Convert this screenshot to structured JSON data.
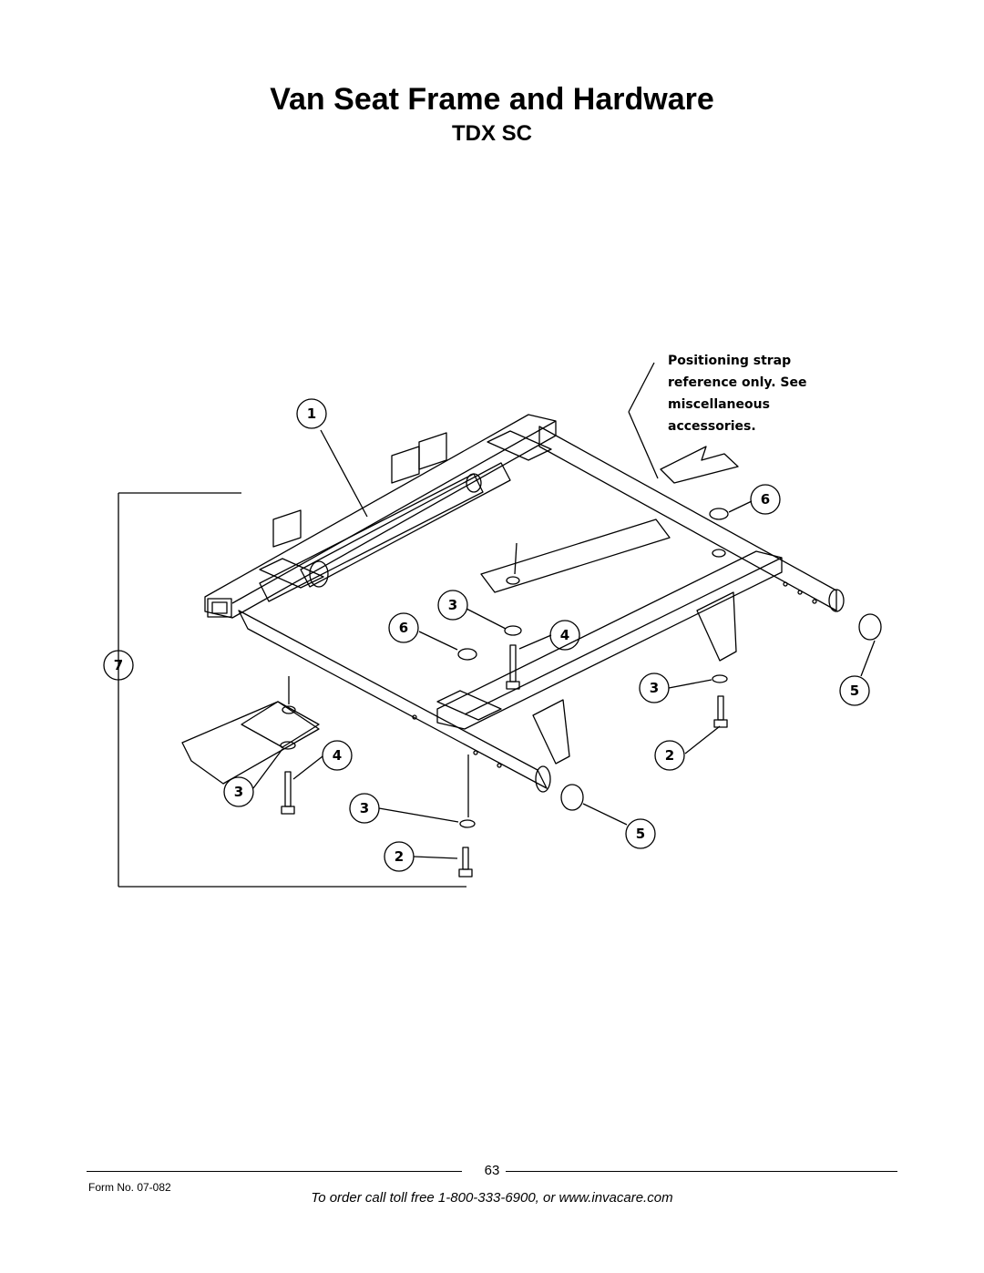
{
  "header": {
    "title": "Van Seat Frame and Hardware",
    "subtitle": "TDX SC"
  },
  "diagram": {
    "note_lines": [
      "Positioning strap",
      "reference only. See",
      "miscellaneous",
      "accessories."
    ],
    "callouts": [
      "1",
      "2",
      "2",
      "3",
      "3",
      "3",
      "3",
      "4",
      "4",
      "5",
      "5",
      "6",
      "6",
      "7"
    ]
  },
  "footer": {
    "page_number": "63",
    "form_number": "Form No.  07-082",
    "order_text": "To order call toll free 1-800-333-6900, or www.invacare.com"
  }
}
